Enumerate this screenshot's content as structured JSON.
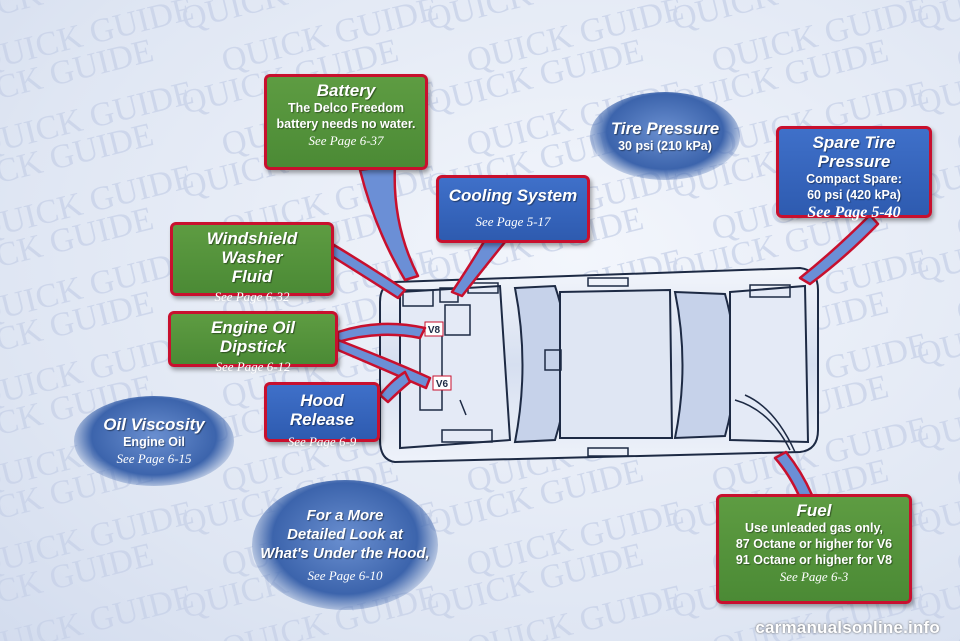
{
  "watermark_text": "QUICK GUIDE",
  "callouts": {
    "battery": {
      "title": "Battery",
      "body": [
        "The Delco Freedom",
        "battery needs no water."
      ],
      "page": "See Page 6-37"
    },
    "cooling": {
      "title": "Cooling System",
      "page": "See Page 5-17"
    },
    "tire_pressure": {
      "title": "Tire Pressure",
      "body": [
        "30 psi (210 kPa)"
      ]
    },
    "spare_tire": {
      "title": "Spare Tire Pressure",
      "body": [
        "Compact Spare:",
        "60 psi (420 kPa)"
      ],
      "page": "See Page 5-40"
    },
    "washer": {
      "title": [
        "Windshield Washer",
        "Fluid"
      ],
      "page": "See Page 6-32"
    },
    "dipstick": {
      "title": "Engine Oil Dipstick",
      "page": "See Page 6-12"
    },
    "hood_release": {
      "title": "Hood Release",
      "page": "See Page 6-9"
    },
    "oil_viscosity": {
      "title": "Oil Viscosity",
      "body": [
        "Engine Oil"
      ],
      "page": "See Page 6-15"
    },
    "under_hood": {
      "title": [
        "For a More",
        "Detailed Look at",
        "What's Under the Hood,"
      ],
      "page": "See Page 6-10"
    },
    "fuel": {
      "title": "Fuel",
      "body": [
        "Use unleaded gas only,",
        "87 Octane or higher for V6",
        "91 Octane or higher for V8"
      ],
      "page": "See Page 6-3"
    }
  },
  "engine_labels": {
    "v8": "V8",
    "v6": "V6"
  },
  "logo": "carmanualsonline.info",
  "colors": {
    "callout_green": "#4b8a35",
    "callout_blue": "#2e5bb0",
    "border_red": "#c8102e",
    "car_body": "#dde5f4"
  }
}
